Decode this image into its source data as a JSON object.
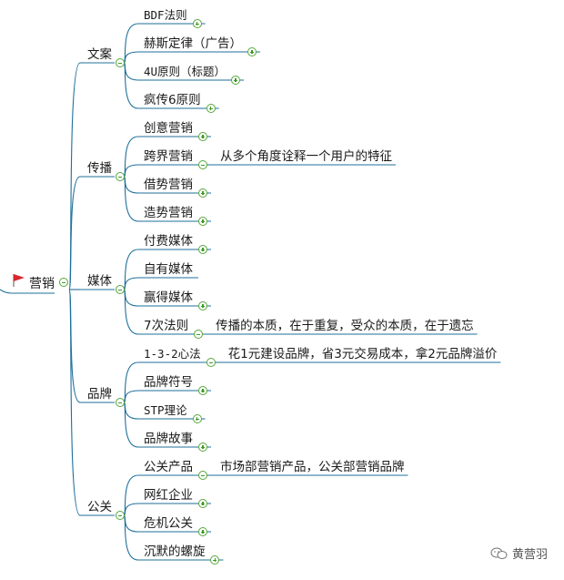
{
  "root": {
    "label": "营销",
    "flag_color": "#d8282e"
  },
  "branches": [
    {
      "id": "wenan",
      "label": "文案",
      "children": [
        {
          "label": "BDF法则",
          "mono": true,
          "toggle": "plus"
        },
        {
          "label": "赫斯定律（广告）",
          "toggle": "plus"
        },
        {
          "label": "4U原则（标题）",
          "mono": true,
          "toggle": "plus"
        },
        {
          "label": "疯传6原则",
          "toggle": "plus"
        }
      ]
    },
    {
      "id": "chuanbo",
      "label": "传播",
      "children": [
        {
          "label": "创意营销",
          "toggle": "plus"
        },
        {
          "label": "跨界营销",
          "toggle": "minus",
          "note": "从多个角度诠释一个用户的特征"
        },
        {
          "label": "借势营销",
          "toggle": "plus"
        },
        {
          "label": "造势营销",
          "toggle": "plus"
        }
      ]
    },
    {
      "id": "meiti",
      "label": "媒体",
      "children": [
        {
          "label": "付费媒体",
          "toggle": "plus"
        },
        {
          "label": "自有媒体",
          "toggle": "none"
        },
        {
          "label": "赢得媒体",
          "toggle": "plus"
        },
        {
          "label": "7次法则",
          "toggle": "minus",
          "note": "传播的本质，在于重复，受众的本质，在于遗忘"
        }
      ]
    },
    {
      "id": "pinpai",
      "label": "品牌",
      "children": [
        {
          "label": "1-3-2心法",
          "mono": true,
          "toggle": "minus",
          "note": "花1元建设品牌，省3元交易成本，拿2元品牌溢价"
        },
        {
          "label": "品牌符号",
          "toggle": "plus"
        },
        {
          "label": "STP理论",
          "mono": true,
          "toggle": "plus"
        },
        {
          "label": "品牌故事",
          "toggle": "plus"
        }
      ]
    },
    {
      "id": "gongguan",
      "label": "公关",
      "children": [
        {
          "label": "公关产品",
          "toggle": "minus",
          "note": "市场部营销产品，公关部营销品牌"
        },
        {
          "label": "网红企业",
          "toggle": "plus"
        },
        {
          "label": "危机公关",
          "toggle": "plus"
        },
        {
          "label": "沉默的螺旋",
          "toggle": "plus"
        }
      ]
    }
  ],
  "watermark": {
    "text": "黄营羽"
  },
  "colors": {
    "line": "#1f6f9a",
    "toggle_green": "#3f9a26"
  }
}
